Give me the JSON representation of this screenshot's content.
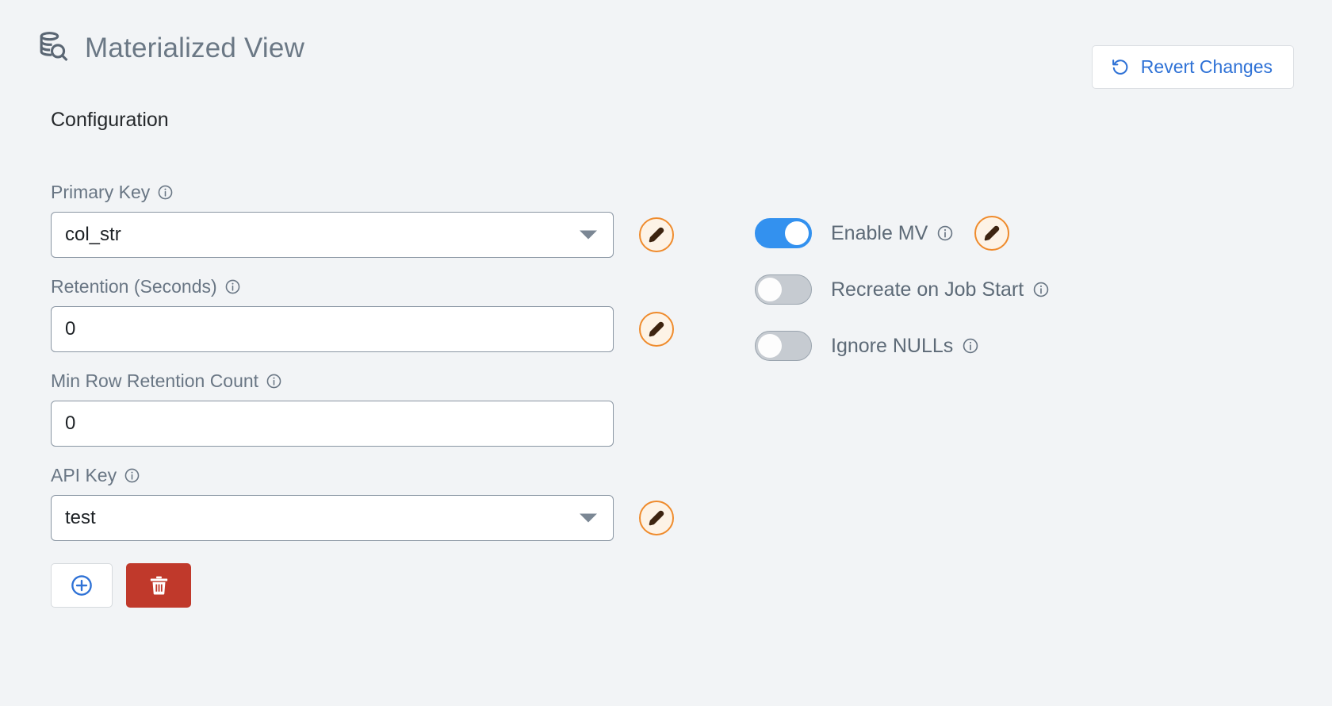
{
  "header": {
    "icon": "database-search-icon",
    "title": "Materialized View",
    "revert": {
      "label": "Revert Changes",
      "icon": "undo-arrow-icon",
      "color": "#2f72d6"
    }
  },
  "section": {
    "title": "Configuration"
  },
  "fields": [
    {
      "label": "Primary Key",
      "type": "select",
      "value": "col_str",
      "info_icon": "info-icon",
      "has_edit": true,
      "edit_icon": "pencil-icon"
    },
    {
      "label": "Retention (Seconds)",
      "type": "text",
      "value": "0",
      "info_icon": "info-icon",
      "has_edit": true,
      "edit_icon": "pencil-icon"
    },
    {
      "label": "Min Row Retention Count",
      "type": "text",
      "value": "0",
      "info_icon": "info-icon",
      "has_edit": false,
      "edit_icon": ""
    },
    {
      "label": "API Key",
      "type": "select",
      "value": "test",
      "info_icon": "info-icon",
      "has_edit": true,
      "edit_icon": "pencil-icon"
    }
  ],
  "actions": {
    "add": {
      "icon": "plus-circle-icon",
      "color": "#2f72d6"
    },
    "delete": {
      "icon": "trash-icon",
      "color": "#c0392b"
    }
  },
  "toggles": [
    {
      "label": "Enable MV",
      "state": "on",
      "info_icon": "info-icon",
      "has_edit": true,
      "edit_icon": "pencil-icon"
    },
    {
      "label": "Recreate on Job Start",
      "state": "off",
      "info_icon": "info-icon",
      "has_edit": false,
      "edit_icon": ""
    },
    {
      "label": "Ignore NULLs",
      "state": "off",
      "info_icon": "info-icon",
      "has_edit": false,
      "edit_icon": ""
    }
  ],
  "colors": {
    "background": "#f2f4f6",
    "accent_blue": "#3391ef",
    "link_blue": "#2f72d6",
    "edit_orange": "#ef8b2c",
    "danger_red": "#c0392b",
    "label_grey": "#697684"
  }
}
